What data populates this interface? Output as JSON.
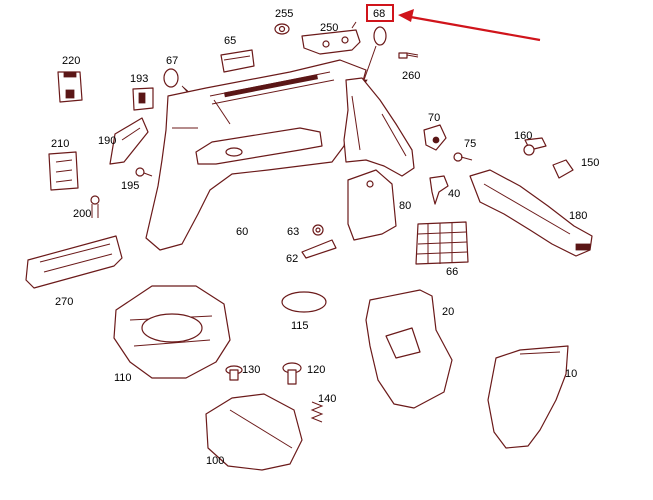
{
  "highlight": {
    "label": "68",
    "color": "#d0141b"
  },
  "part_labels": {
    "p255": "255",
    "p250": "250",
    "p68": "68",
    "p65": "65",
    "p67": "67",
    "p260": "260",
    "p220": "220",
    "p193": "193",
    "p70": "70",
    "p75": "75",
    "p160": "160",
    "p150": "150",
    "p210": "210",
    "p190": "190",
    "p195": "195",
    "p40": "40",
    "p200": "200",
    "p80": "80",
    "p180": "180",
    "p60": "60",
    "p63": "63",
    "p62": "62",
    "p66": "66",
    "p270": "270",
    "p20": "20",
    "p115": "115",
    "p110": "110",
    "p130": "130",
    "p120": "120",
    "p10": "10",
    "p140": "140",
    "p100": "100"
  },
  "colors": {
    "line": "#6b1a1a",
    "accent": "#d0141b"
  }
}
